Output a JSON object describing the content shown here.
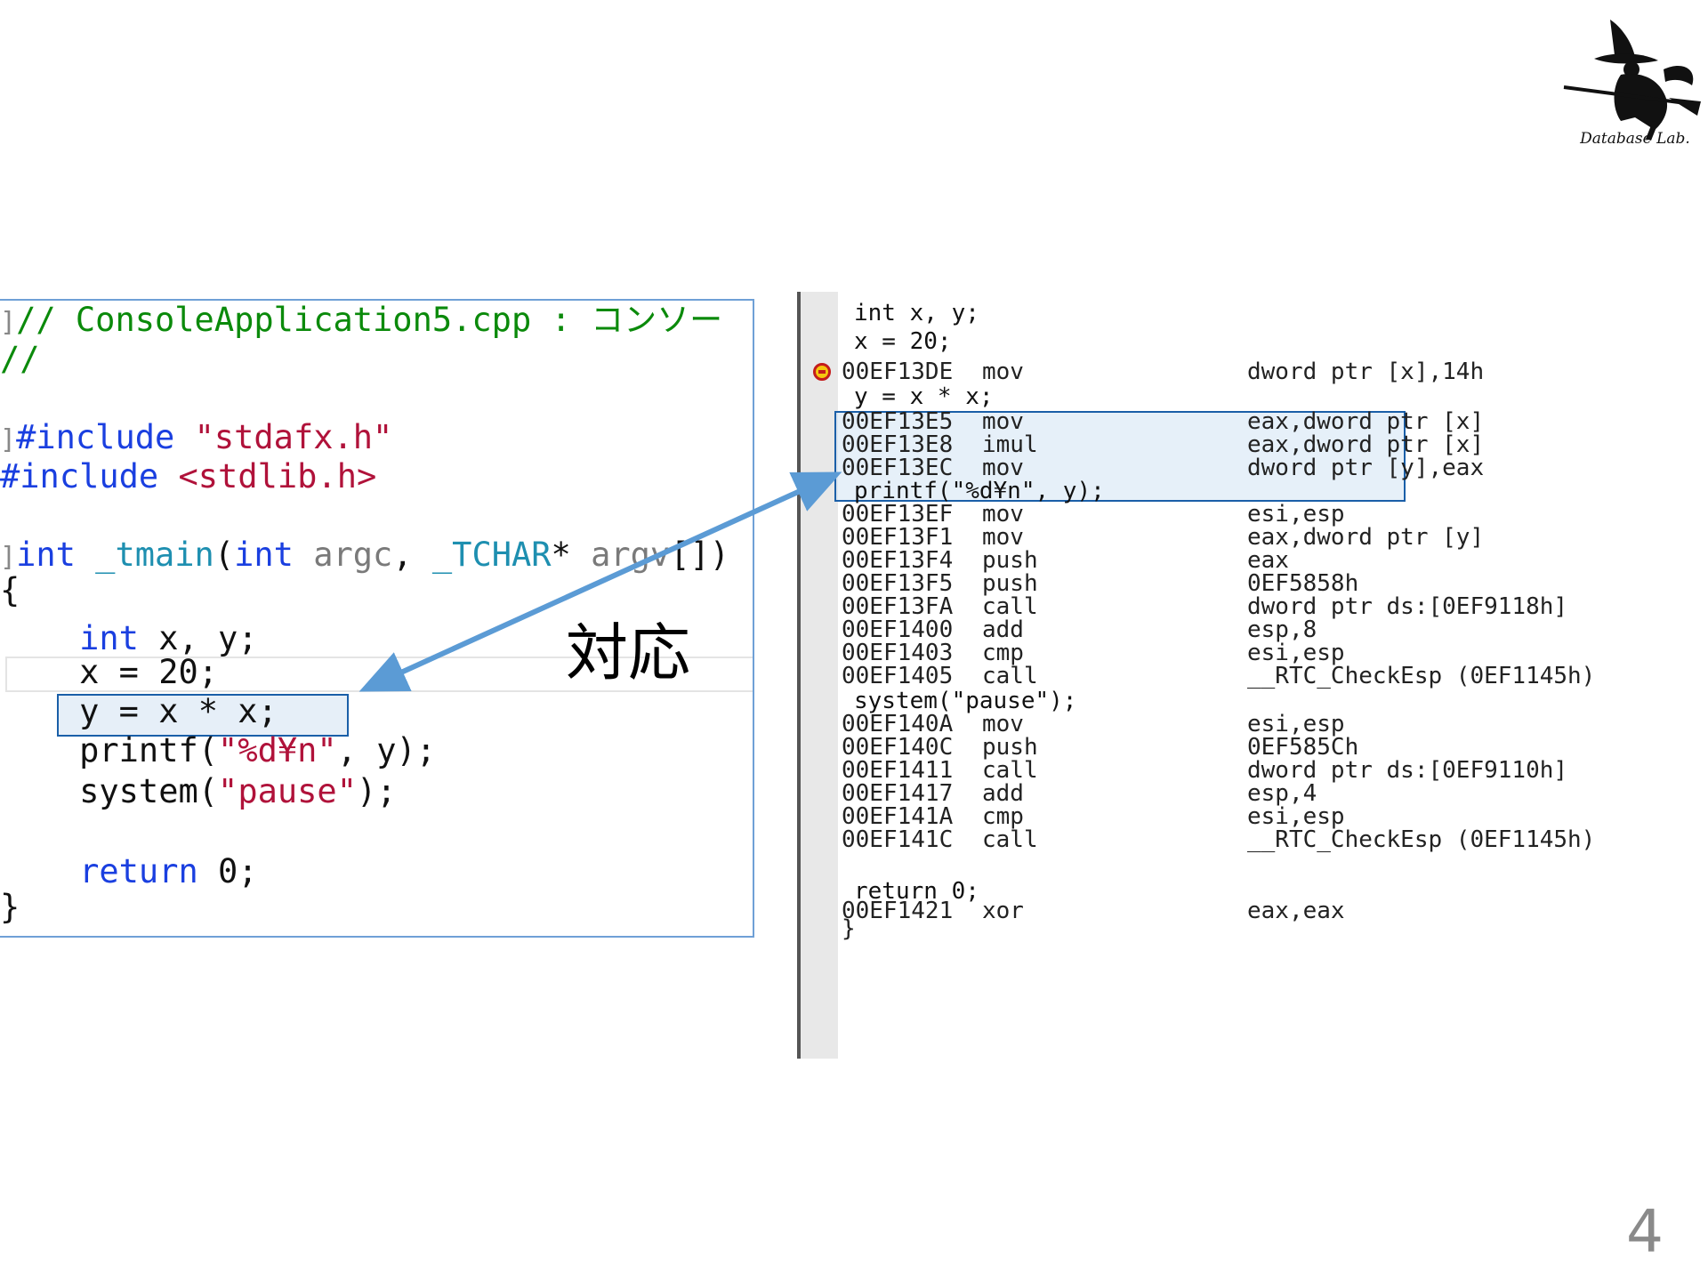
{
  "logo": {
    "caption": "Database Lab."
  },
  "source_code": {
    "lines": [
      {
        "gutter": "]",
        "parts": [
          {
            "cls": "c-comment",
            "text": "// ConsoleApplication5.cpp : コンソー"
          }
        ]
      },
      {
        "gutter": "",
        "parts": [
          {
            "cls": "c-comment",
            "text": "//"
          }
        ]
      },
      {
        "gutter": "",
        "parts": []
      },
      {
        "gutter": "]",
        "parts": [
          {
            "cls": "c-kw",
            "text": "#include"
          },
          {
            "cls": "",
            "text": " "
          },
          {
            "cls": "c-str",
            "text": "\"stdafx.h\""
          }
        ]
      },
      {
        "gutter": "",
        "parts": [
          {
            "cls": "c-kw",
            "text": "#include"
          },
          {
            "cls": "",
            "text": " "
          },
          {
            "cls": "c-str",
            "text": "<stdlib.h>"
          }
        ]
      },
      {
        "gutter": "",
        "parts": []
      },
      {
        "gutter": "]",
        "parts": [
          {
            "cls": "c-kw",
            "text": "int"
          },
          {
            "cls": "",
            "text": " "
          },
          {
            "cls": "c-type",
            "text": "_tmain"
          },
          {
            "cls": "",
            "text": "("
          },
          {
            "cls": "c-kw",
            "text": "int"
          },
          {
            "cls": "",
            "text": " "
          },
          {
            "cls": "c-param",
            "text": "argc"
          },
          {
            "cls": "",
            "text": ", "
          },
          {
            "cls": "c-type",
            "text": "_TCHAR"
          },
          {
            "cls": "",
            "text": "* "
          },
          {
            "cls": "c-param",
            "text": "argv"
          },
          {
            "cls": "",
            "text": "[])"
          }
        ]
      },
      {
        "gutter": "",
        "parts": [
          {
            "cls": "",
            "text": "{"
          }
        ]
      },
      {
        "gutter": "",
        "parts": [
          {
            "cls": "",
            "text": "    "
          },
          {
            "cls": "c-kw",
            "text": "int"
          },
          {
            "cls": "",
            "text": " x, y;"
          }
        ]
      },
      {
        "gutter": "",
        "parts": [
          {
            "cls": "",
            "text": "    x = 20;"
          }
        ]
      },
      {
        "gutter": "",
        "parts": [
          {
            "cls": "",
            "text": "    y = x * x;"
          }
        ]
      },
      {
        "gutter": "",
        "parts": [
          {
            "cls": "",
            "text": "    printf("
          },
          {
            "cls": "c-str",
            "text": "\"%d¥n\""
          },
          {
            "cls": "",
            "text": ", y);"
          }
        ]
      },
      {
        "gutter": "",
        "parts": [
          {
            "cls": "",
            "text": "    system("
          },
          {
            "cls": "c-str",
            "text": "\"pause\""
          },
          {
            "cls": "",
            "text": ");"
          }
        ]
      },
      {
        "gutter": "",
        "parts": []
      },
      {
        "gutter": "",
        "parts": [
          {
            "cls": "",
            "text": "    "
          },
          {
            "cls": "c-kw",
            "text": "return"
          },
          {
            "cls": "",
            "text": " 0;"
          }
        ]
      },
      {
        "gutter": "",
        "parts": [
          {
            "cls": "",
            "text": "}"
          }
        ]
      }
    ]
  },
  "disassembly": {
    "lines": [
      {
        "kind": "src",
        "text": "int x, y;"
      },
      {
        "kind": "src",
        "text": "x = 20;"
      },
      {
        "kind": "asm",
        "addr": "00EF13DE",
        "op": "mov",
        "arg": "dword ptr [x],14h",
        "breakpoint": true
      },
      {
        "kind": "src",
        "text": "y = x * x;"
      },
      {
        "kind": "asm",
        "addr": "00EF13E5",
        "op": "mov",
        "arg": "eax,dword ptr [x]"
      },
      {
        "kind": "asm",
        "addr": "00EF13E8",
        "op": "imul",
        "arg": "eax,dword ptr [x]"
      },
      {
        "kind": "asm",
        "addr": "00EF13EC",
        "op": "mov",
        "arg": "dword ptr [y],eax"
      },
      {
        "kind": "src",
        "text": "printf(\"%d¥n\", y);"
      },
      {
        "kind": "asm",
        "addr": "00EF13EF",
        "op": "mov",
        "arg": "esi,esp"
      },
      {
        "kind": "asm",
        "addr": "00EF13F1",
        "op": "mov",
        "arg": "eax,dword ptr [y]"
      },
      {
        "kind": "asm",
        "addr": "00EF13F4",
        "op": "push",
        "arg": "eax"
      },
      {
        "kind": "asm",
        "addr": "00EF13F5",
        "op": "push",
        "arg": "0EF5858h"
      },
      {
        "kind": "asm",
        "addr": "00EF13FA",
        "op": "call",
        "arg": "dword ptr ds:[0EF9118h]"
      },
      {
        "kind": "asm",
        "addr": "00EF1400",
        "op": "add",
        "arg": "esp,8"
      },
      {
        "kind": "asm",
        "addr": "00EF1403",
        "op": "cmp",
        "arg": "esi,esp"
      },
      {
        "kind": "asm",
        "addr": "00EF1405",
        "op": "call",
        "arg": "__RTC_CheckEsp (0EF1145h)"
      },
      {
        "kind": "src",
        "text": "system(\"pause\");"
      },
      {
        "kind": "asm",
        "addr": "00EF140A",
        "op": "mov",
        "arg": "esi,esp"
      },
      {
        "kind": "asm",
        "addr": "00EF140C",
        "op": "push",
        "arg": "0EF585Ch"
      },
      {
        "kind": "asm",
        "addr": "00EF1411",
        "op": "call",
        "arg": "dword ptr ds:[0EF9110h]"
      },
      {
        "kind": "asm",
        "addr": "00EF1417",
        "op": "add",
        "arg": "esp,4"
      },
      {
        "kind": "asm",
        "addr": "00EF141A",
        "op": "cmp",
        "arg": "esi,esp"
      },
      {
        "kind": "asm",
        "addr": "00EF141C",
        "op": "call",
        "arg": "__RTC_CheckEsp (0EF1145h)"
      },
      {
        "kind": "blank"
      },
      {
        "kind": "src",
        "text": "return 0;"
      },
      {
        "kind": "asm",
        "addr": "00EF1421",
        "op": "xor",
        "arg": "eax,eax"
      },
      {
        "kind": "asm",
        "addr": "}",
        "op": "",
        "arg": ""
      }
    ]
  },
  "annotation": {
    "label": "対応"
  },
  "page": {
    "number": "4"
  }
}
